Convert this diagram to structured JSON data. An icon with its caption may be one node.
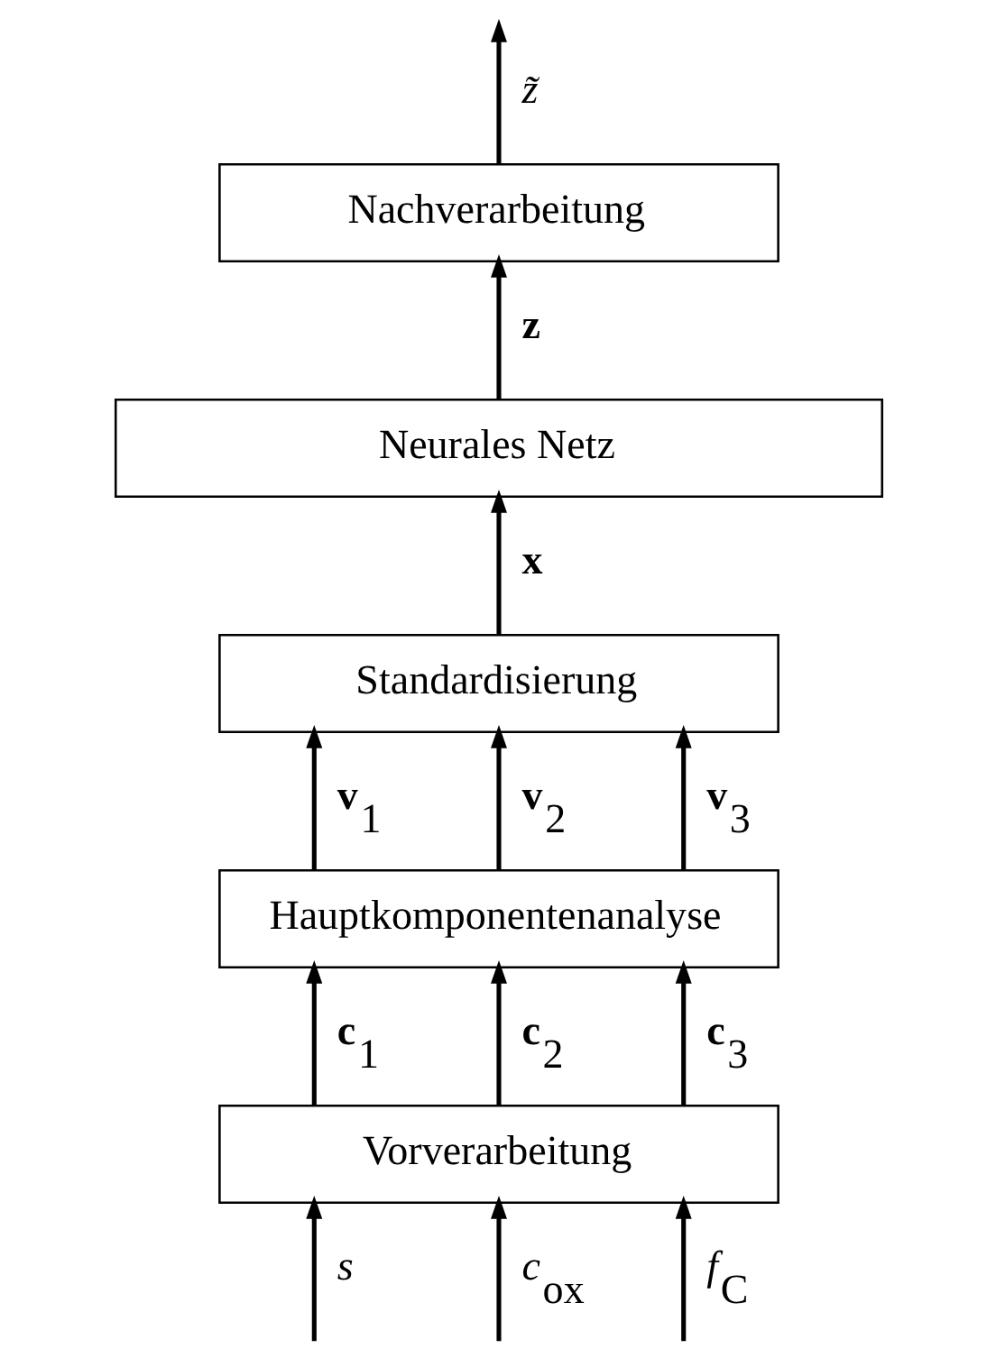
{
  "diagram": {
    "nodes": [
      {
        "text": [
          "Nachverarbeitung"
        ]
      },
      {
        "text": [
          "Neurales Netz"
        ]
      },
      {
        "text": [
          "Standardisierung"
        ]
      },
      {
        "text": [
          "Hauptkomponentenanalyse"
        ]
      },
      {
        "text": [
          "Vorverarbeitung"
        ]
      }
    ],
    "edges": [
      {
        "from": null,
        "to": 4,
        "arrow": "to",
        "label": "*s*"
      },
      {
        "from": null,
        "to": 4,
        "arrow": "to",
        "label": "*c*$_{ox}$"
      },
      {
        "from": null,
        "to": 4,
        "arrow": "to",
        "label": "*f*$_{C}$"
      },
      {
        "from": 4,
        "to": 3,
        "arrow": "to",
        "label": "**c**$_{1}$"
      },
      {
        "from": 4,
        "to": 3,
        "arrow": "to",
        "label": "**c**$_{2}$"
      },
      {
        "from": 4,
        "to": 3,
        "arrow": "to",
        "label": "**c**$_{3}$"
      },
      {
        "from": 3,
        "to": 2,
        "arrow": "to",
        "label": "**v**$_{1}$"
      },
      {
        "from": 3,
        "to": 2,
        "arrow": "to",
        "label": "**v**$_{2}$"
      },
      {
        "from": 3,
        "to": 2,
        "arrow": "to",
        "label": "**v**$_{3}$"
      },
      {
        "from": 2,
        "to": 1,
        "arrow": "to",
        "label": "**x**"
      },
      {
        "from": 1,
        "to": 0,
        "arrow": "to",
        "label": "**z**"
      },
      {
        "from": 0,
        "to": null,
        "arrow": "to",
        "label": "*z̃*"
      }
    ]
  }
}
